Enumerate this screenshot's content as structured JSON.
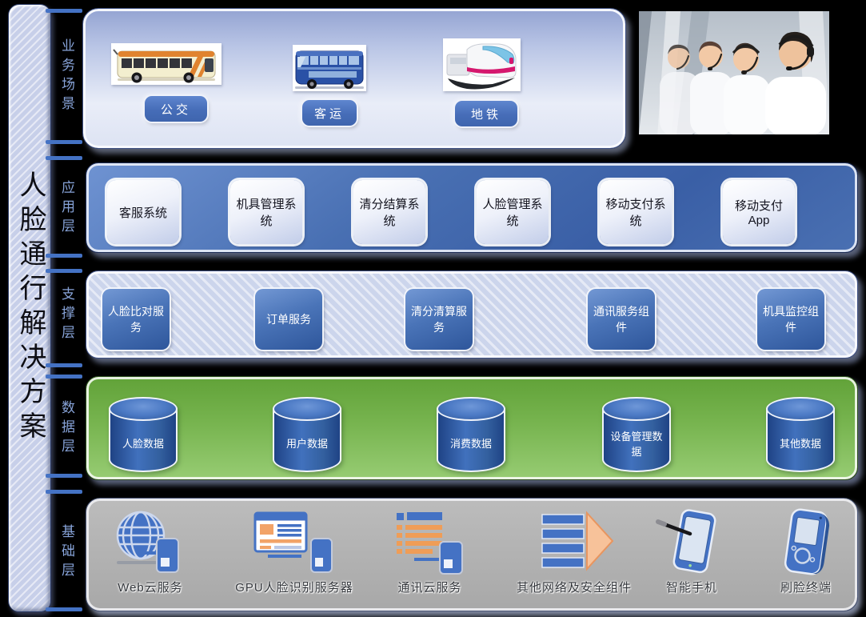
{
  "title": {
    "vertical_text": "人脸通行解决方案"
  },
  "layer_labels": {
    "business": "业务场景",
    "application": "应用层",
    "support": "支撑层",
    "data": "数据层",
    "infrastructure": "基础层"
  },
  "business": {
    "buttons": {
      "bus": "公交",
      "coach": "客运",
      "metro": "地铁"
    },
    "images": {
      "bus": "城市公交车图片",
      "coach": "长途客运大巴图片",
      "metro": "地铁列车图片",
      "photo": "客服团队照片"
    }
  },
  "application": {
    "boxes": [
      "客服系统",
      "机具管理系统",
      "清分结算系统",
      "人脸管理系统",
      "移动支付系统",
      "移动支付App"
    ]
  },
  "support": {
    "boxes": [
      "人脸比对服务",
      "订单服务",
      "清分清算服务",
      "通讯服务组件",
      "机具监控组件"
    ]
  },
  "database": {
    "cylinders": [
      "人脸数据",
      "用户数据",
      "消费数据",
      "设备管理数据",
      "其他数据"
    ]
  },
  "infrastructure": {
    "items": [
      "Web云服务",
      "GPU人脸识别服务器",
      "通讯云服务",
      "其他网络及安全组件",
      "智能手机",
      "刷脸终端"
    ]
  },
  "colors": {
    "accent_blue": "#4472c4",
    "application_panel_blue": "#3f66ad",
    "support_panel_lavender": "#ccd5ec",
    "data_panel_green": "#77b44f",
    "infra_panel_gray": "#b0b0b0",
    "icon_orange": "#ef9d57",
    "train_stripe_magenta": "#d5186e",
    "background": "#000000"
  }
}
